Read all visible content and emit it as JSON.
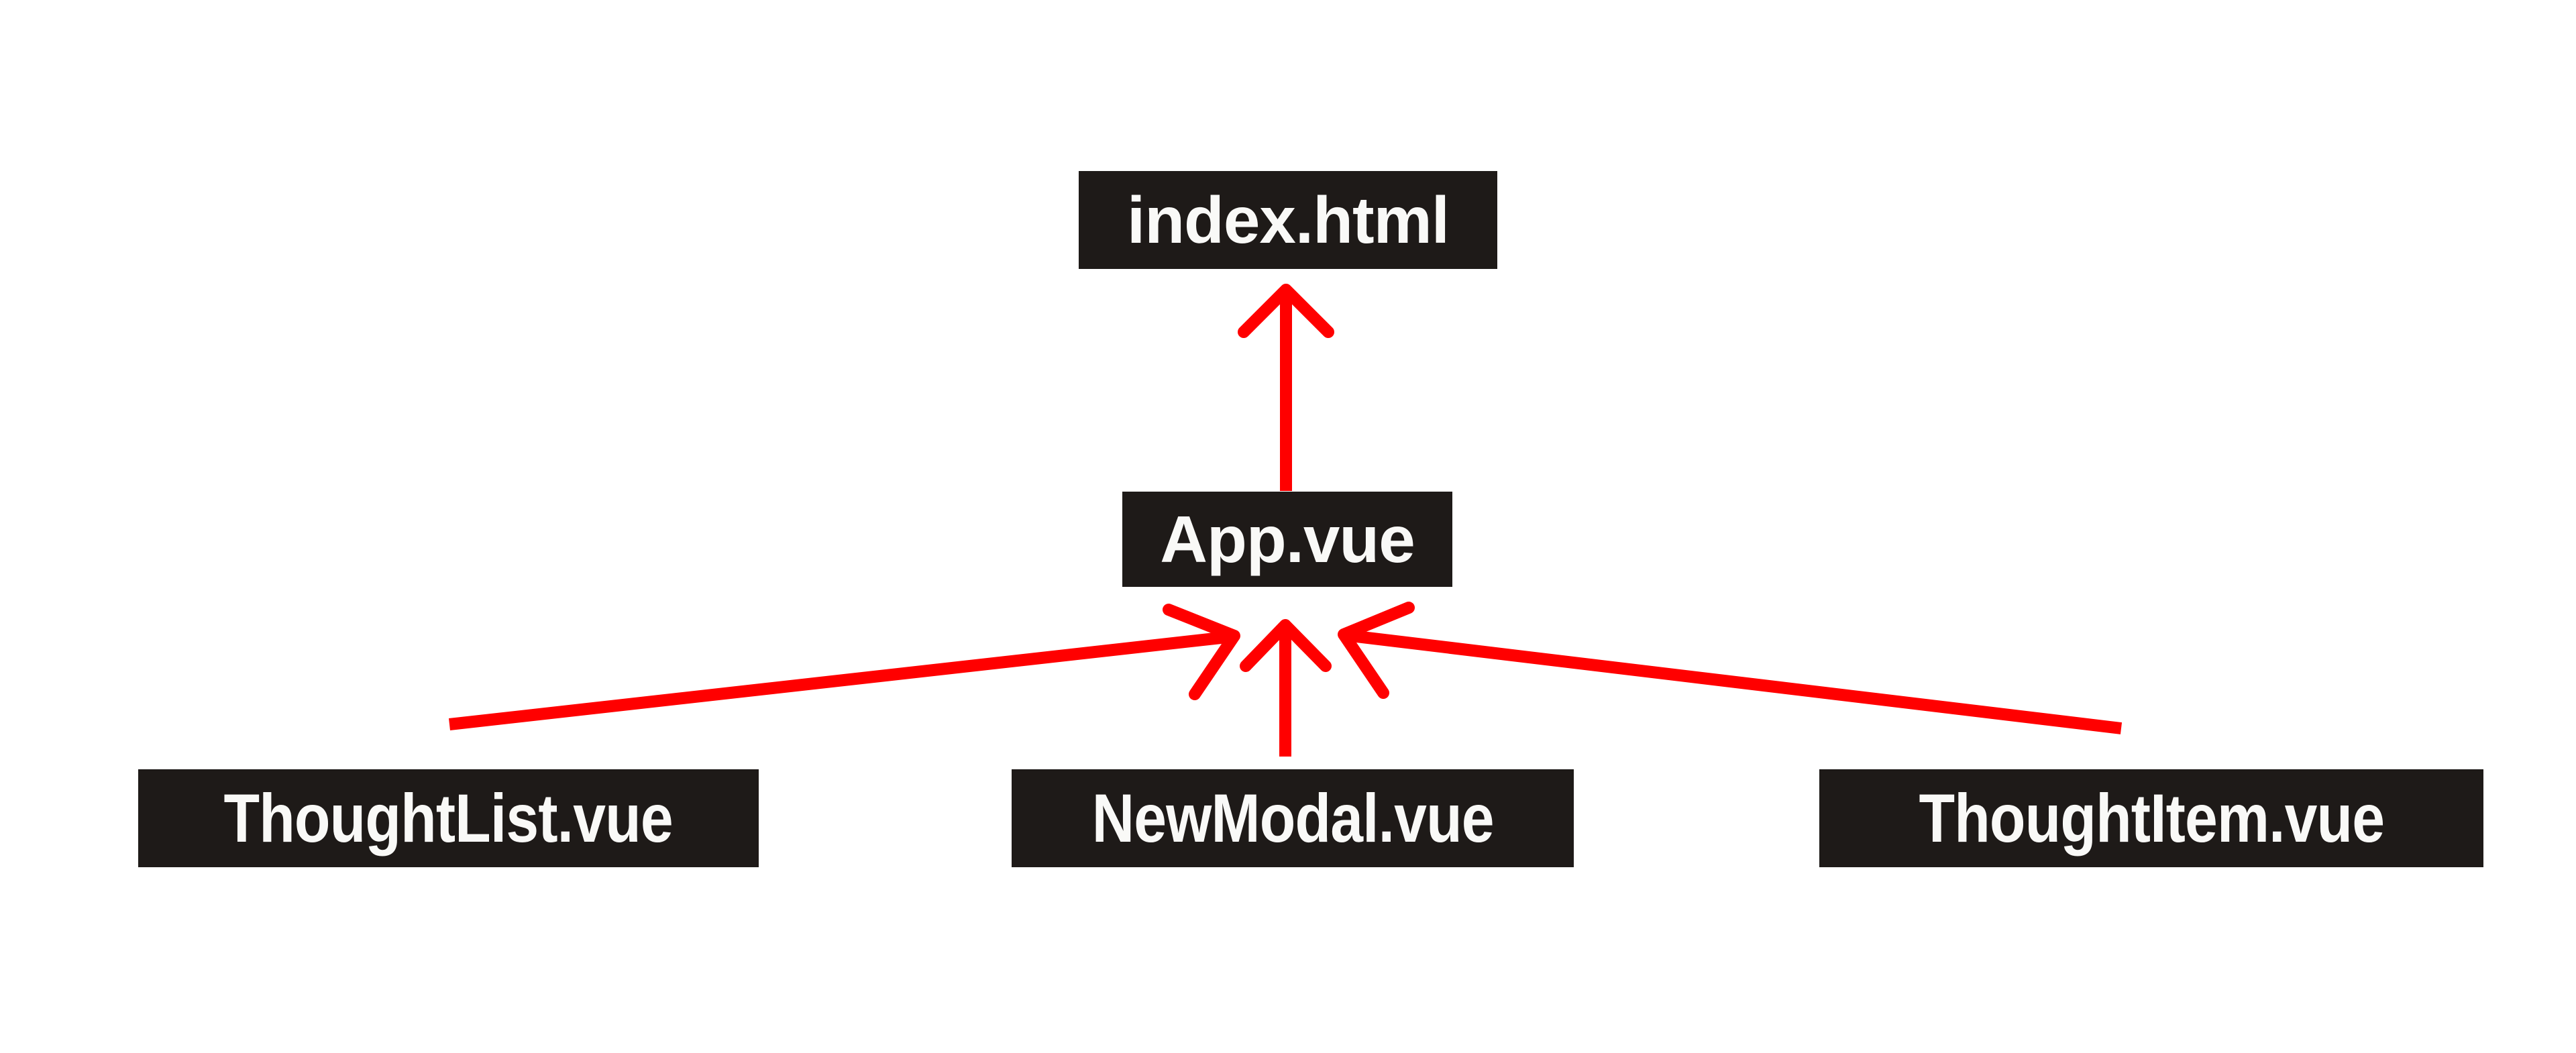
{
  "diagram": {
    "title": "Vue component dependency diagram",
    "background_color": "#ffffff",
    "node_fill": "#1e1a18",
    "node_text_color": "#f9f9f7",
    "arrow_color": "#ff0000",
    "arrow_stroke_width": 18
  },
  "nodes": {
    "index": {
      "label": "index.html"
    },
    "app": {
      "label": "App.vue"
    },
    "thoughtlist": {
      "label": "ThoughtList.vue"
    },
    "newmodal": {
      "label": "NewModal.vue"
    },
    "thoughtitem": {
      "label": "ThoughtItem.vue"
    }
  },
  "edges": [
    {
      "from": "App.vue",
      "to": "index.html",
      "direction": "up"
    },
    {
      "from": "ThoughtList.vue",
      "to": "App.vue",
      "direction": "up-right"
    },
    {
      "from": "NewModal.vue",
      "to": "App.vue",
      "direction": "up"
    },
    {
      "from": "ThoughtItem.vue",
      "to": "App.vue",
      "direction": "up-left"
    }
  ]
}
